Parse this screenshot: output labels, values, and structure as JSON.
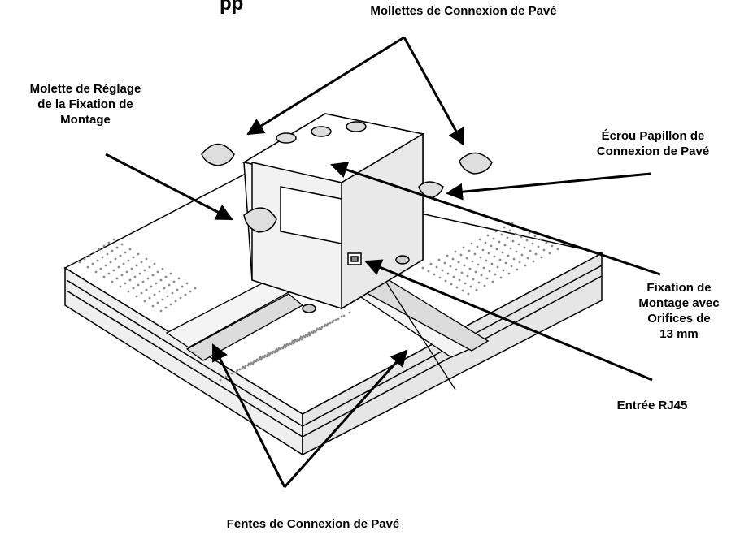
{
  "title_fragment": "pp",
  "labels": {
    "knobs": "Mollettes de Connexion de Pavé",
    "adjust": [
      "Molette de Réglage",
      "de la Fixation de",
      "Montage"
    ],
    "wingnut": [
      "Écrou Papillon de",
      "Connexion de Pavé"
    ],
    "mount": [
      "Fixation de",
      "Montage avec",
      "Orifices de",
      "13 mm"
    ],
    "rj45": "Entrée RJ45",
    "slots": "Fentes de Connexion de Pavé"
  },
  "colors": {
    "line": "#000000",
    "fill": "#ffffff",
    "shade": "#d8d8d8",
    "dots": "#8a8a8a"
  }
}
